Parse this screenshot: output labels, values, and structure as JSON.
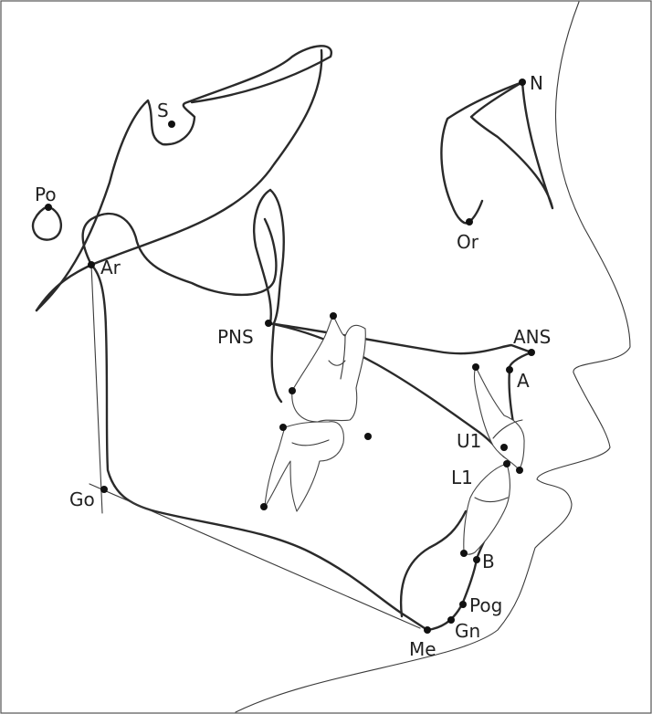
{
  "diagram": {
    "landmarks": {
      "N": "N",
      "S": "S",
      "Po": "Po",
      "Or": "Or",
      "Ar": "Ar",
      "PNS": "PNS",
      "ANS": "ANS",
      "A": "A",
      "U1": "U1",
      "L1": "L1",
      "Go": "Go",
      "B": "B",
      "Pog": "Pog",
      "Gn": "Gn",
      "Me": "Me"
    }
  }
}
